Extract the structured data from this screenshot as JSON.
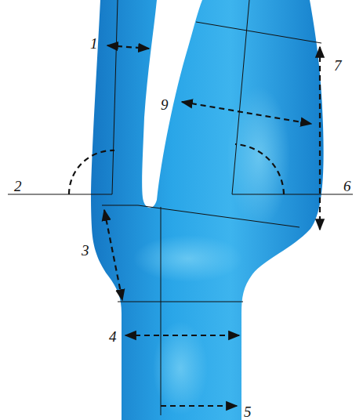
{
  "diagram": {
    "labels": [
      "1",
      "2",
      "3",
      "4",
      "5",
      "6",
      "7",
      "9"
    ]
  }
}
